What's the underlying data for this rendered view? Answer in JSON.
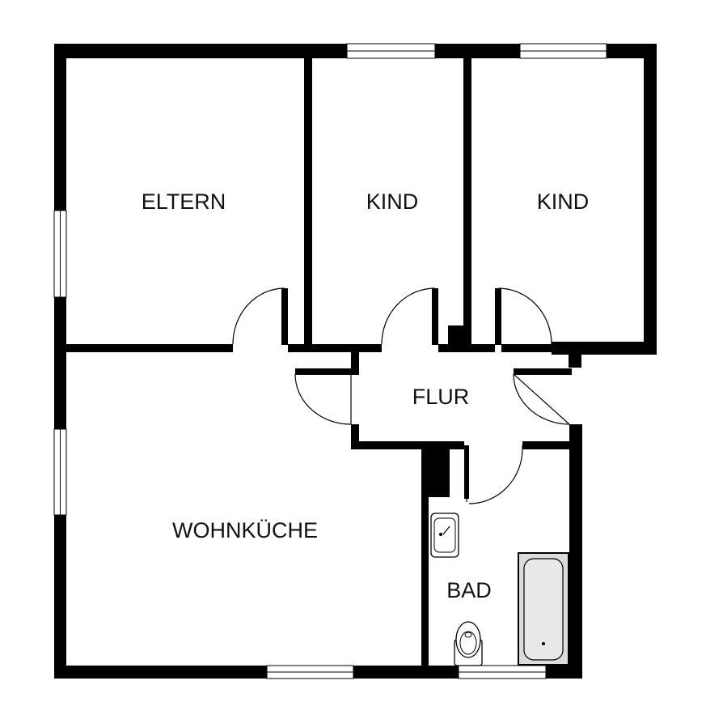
{
  "plan": {
    "rooms": [
      {
        "id": "eltern",
        "label": "ELTERN"
      },
      {
        "id": "kind1",
        "label": "KIND"
      },
      {
        "id": "kind2",
        "label": "KIND"
      },
      {
        "id": "flur",
        "label": "FLUR"
      },
      {
        "id": "wohnkueche",
        "label": "WOHNKÜCHE"
      },
      {
        "id": "bad",
        "label": "BAD"
      }
    ],
    "colors": {
      "wall": "#000000",
      "background": "#ffffff",
      "bathtub": "#dcdcdc"
    }
  }
}
